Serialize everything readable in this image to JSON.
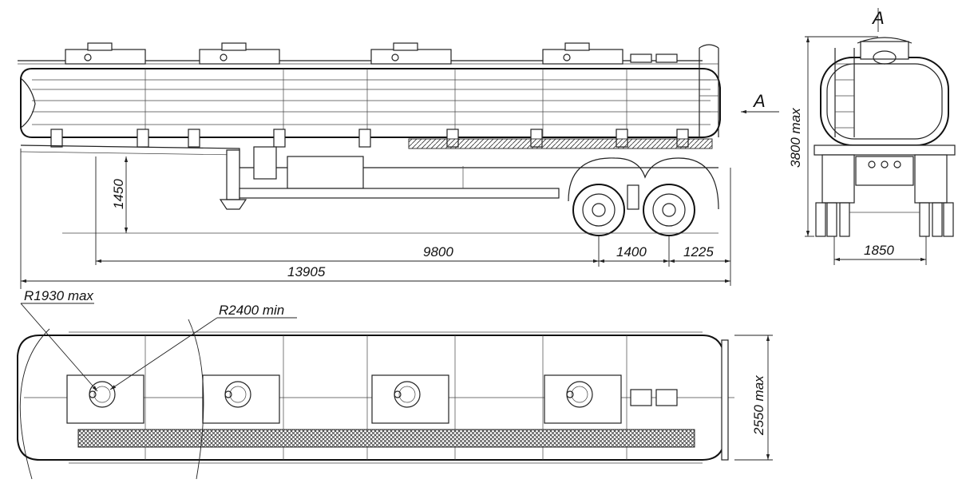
{
  "labels": {
    "section_marker_top": "A",
    "section_marker_side": "A",
    "dim_height_fifth_wheel": "1450",
    "dim_axle_base": "9800",
    "dim_axle_spread": "1400",
    "dim_rear_overhang": "1225",
    "dim_overall_length": "13905",
    "dim_overall_height": "3800 max",
    "dim_track": "1850",
    "dim_overall_width": "2550 max",
    "radius_front": "R1930 max",
    "radius_turn": "R2400 min"
  }
}
